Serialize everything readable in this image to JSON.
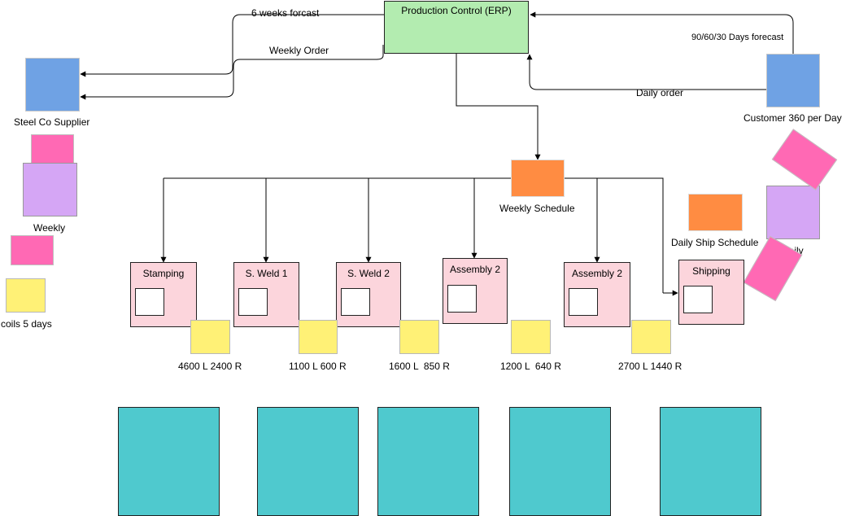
{
  "diagram": {
    "erp": {
      "label": "Production Control (ERP)",
      "color": "#b3ecb0"
    },
    "supplier": {
      "label": "Steel Co Supplier"
    },
    "customer": {
      "label": "Customer 360 per Day"
    },
    "flows": {
      "forecast_6w": "6 weeks forcast",
      "weekly_order": "Weekly Order",
      "forecast_903060": "90/60/30 Days forecast",
      "daily_order": "Daily order"
    },
    "weekly_schedule": "Weekly Schedule",
    "daily_ship_schedule": "Daily Ship Schedule",
    "weekly_label": "Weekly",
    "daily_label": "Daily",
    "coils_label": "coils 5 days",
    "processes": [
      {
        "name": "Stamping",
        "inventory": "4600 L 2400 R"
      },
      {
        "name": "S. Weld 1",
        "inventory": "1100 L 600 R"
      },
      {
        "name": "S. Weld 2",
        "inventory": "1600 L  850 R"
      },
      {
        "name": "Assembly 2",
        "inventory": "1200 L  640 R"
      },
      {
        "name": "Assembly 2",
        "inventory": "2700 L 1440 R"
      },
      {
        "name": "Shipping",
        "inventory": ""
      }
    ],
    "colors": {
      "process": "#fcd5dc",
      "postit_yellow": "#fff176",
      "postit_pink": "#ff69b4",
      "postit_violet": "#d5a6f5",
      "blue": "#6fa2e4",
      "orange": "#ff8c42",
      "teal": "#4fc9ce"
    }
  }
}
